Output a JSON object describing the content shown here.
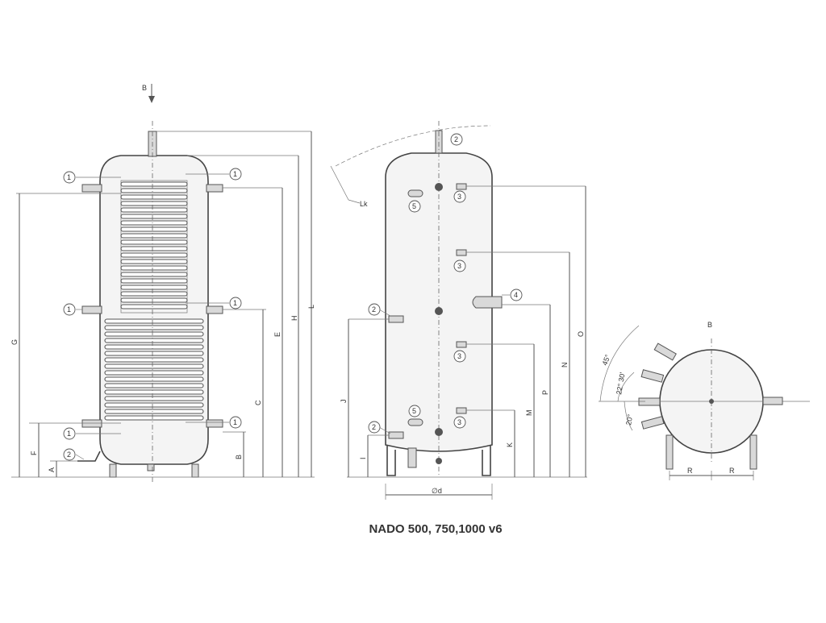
{
  "caption": "NADO 500, 750,1000 v6",
  "view_arrow_label": "B",
  "side_view_label": "B",
  "connection_numbers": {
    "one": "1",
    "two": "2",
    "three": "3",
    "four": "4",
    "five": "5"
  },
  "dimension_letters": {
    "A": "A",
    "B": "B",
    "C": "C",
    "E": "E",
    "F": "F",
    "G": "G",
    "H": "H",
    "L": "L",
    "I": "I",
    "J": "J",
    "K": "K",
    "M": "M",
    "N": "N",
    "O": "O",
    "P": "P",
    "Lk": "Lk",
    "d": "∅d",
    "R": "R"
  },
  "angles": {
    "a45": "45°",
    "a22": "22° 30'",
    "a20": "20°"
  }
}
